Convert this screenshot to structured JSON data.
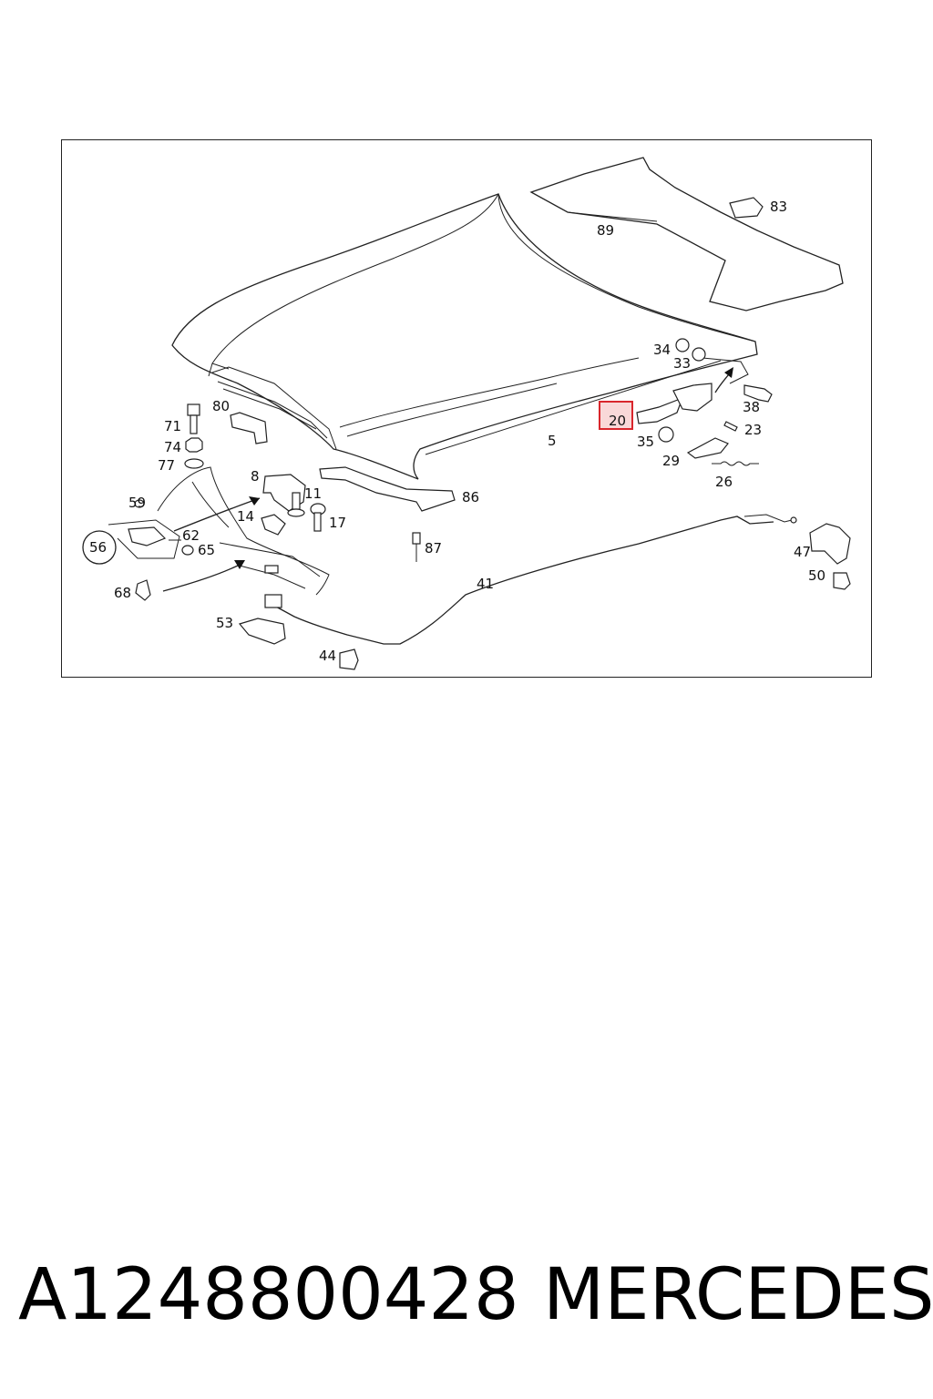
{
  "diagram": {
    "callouts": [
      {
        "id": "83",
        "text": "83"
      },
      {
        "id": "89",
        "text": "89"
      },
      {
        "id": "34",
        "text": "34"
      },
      {
        "id": "33",
        "text": "33"
      },
      {
        "id": "38",
        "text": "38"
      },
      {
        "id": "23",
        "text": "23"
      },
      {
        "id": "20",
        "text": "20"
      },
      {
        "id": "35",
        "text": "35"
      },
      {
        "id": "29",
        "text": "29"
      },
      {
        "id": "26",
        "text": "26"
      },
      {
        "id": "5",
        "text": "5"
      },
      {
        "id": "80",
        "text": "80"
      },
      {
        "id": "71",
        "text": "71"
      },
      {
        "id": "74",
        "text": "74"
      },
      {
        "id": "77",
        "text": "77"
      },
      {
        "id": "8",
        "text": "8"
      },
      {
        "id": "11",
        "text": "11"
      },
      {
        "id": "86",
        "text": "86"
      },
      {
        "id": "59",
        "text": "59"
      },
      {
        "id": "14",
        "text": "14"
      },
      {
        "id": "17",
        "text": "17"
      },
      {
        "id": "56",
        "text": "56"
      },
      {
        "id": "62",
        "text": "62"
      },
      {
        "id": "65",
        "text": "65"
      },
      {
        "id": "87",
        "text": "87"
      },
      {
        "id": "68",
        "text": "68"
      },
      {
        "id": "41",
        "text": "41"
      },
      {
        "id": "47",
        "text": "47"
      },
      {
        "id": "50",
        "text": "50"
      },
      {
        "id": "53",
        "text": "53"
      },
      {
        "id": "44",
        "text": "44"
      }
    ],
    "highlight_color": "#d9262c"
  },
  "footer": {
    "part_number": "A1248800428",
    "brand": "MERCEDES"
  }
}
